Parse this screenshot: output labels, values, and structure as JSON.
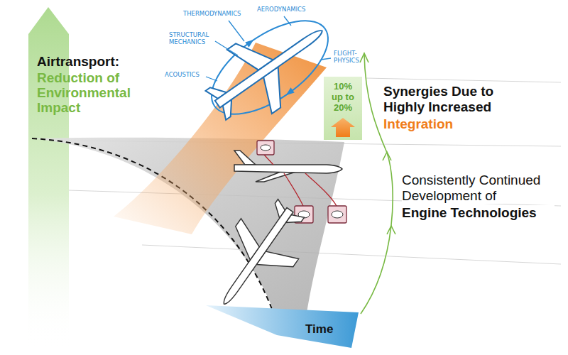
{
  "diagram": {
    "nodes": [
      {
        "text": [
          "10% up to 20%"
        ]
      },
      {
        "text": [
          "Time"
        ]
      }
    ],
    "labels": [
      "Airtransport:",
      "Reduction of Environmental Impact",
      "THERMODYNAMICS",
      "AERODYNAMICS",
      "STRUCTURAL MECHANICS",
      "FLIGHT-PHYSICS",
      "ACOUSTICS",
      "Synergies Due to Highly Increased",
      "Integration",
      "Consistently Continued Development of",
      "Engine Technologies"
    ]
  }
}
